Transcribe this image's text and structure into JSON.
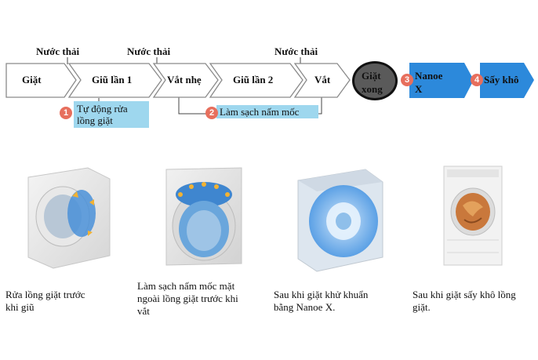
{
  "colors": {
    "step_fill": "#ffffff",
    "step_border": "#8a8a8a",
    "blue_step": "#2c89db",
    "done_circle": "#5a5a5a",
    "note_bg": "#9ed7ee",
    "badge": "#e76f5d"
  },
  "process": {
    "drain_labels": [
      "Nước thải",
      "Nước thải",
      "Nước thải"
    ],
    "steps": [
      {
        "label": "Giặt"
      },
      {
        "label": "Giũ lần 1"
      },
      {
        "label": "Vắt nhẹ"
      },
      {
        "label": "Giũ lần 2"
      },
      {
        "label": "Vắt"
      }
    ],
    "done": {
      "line1": "Giặt",
      "line2": "xong"
    },
    "after_steps": [
      {
        "number": "3",
        "line1": "Nanoe",
        "line2": "X"
      },
      {
        "number": "4",
        "line1": "Sấy khô",
        "line2": ""
      }
    ],
    "notes": [
      {
        "number": "1",
        "line1": "Tự động rửa",
        "line2": "lồng giặt"
      },
      {
        "number": "2",
        "line1": "Làm sạch nấm mốc",
        "line2": ""
      }
    ]
  },
  "panels": [
    {
      "caption_line1": "Rửa lồng giặt trước",
      "caption_line2": "khi giũ",
      "icon": "washer-drum-rinse"
    },
    {
      "caption_line1": "Làm sạch nấm mốc mặt",
      "caption_line2": "ngoài lồng giặt trước khi",
      "caption_line3": "vắt",
      "icon": "washer-drum-mold-clean"
    },
    {
      "caption_line1": "Sau khi giặt khử khuẩn",
      "caption_line2": "bằng Nanoe X.",
      "icon": "washer-nanoe-x"
    },
    {
      "caption_line1": "Sau khi giặt sấy khô lồng",
      "caption_line2": "giặt.",
      "icon": "washer-dry"
    }
  ]
}
